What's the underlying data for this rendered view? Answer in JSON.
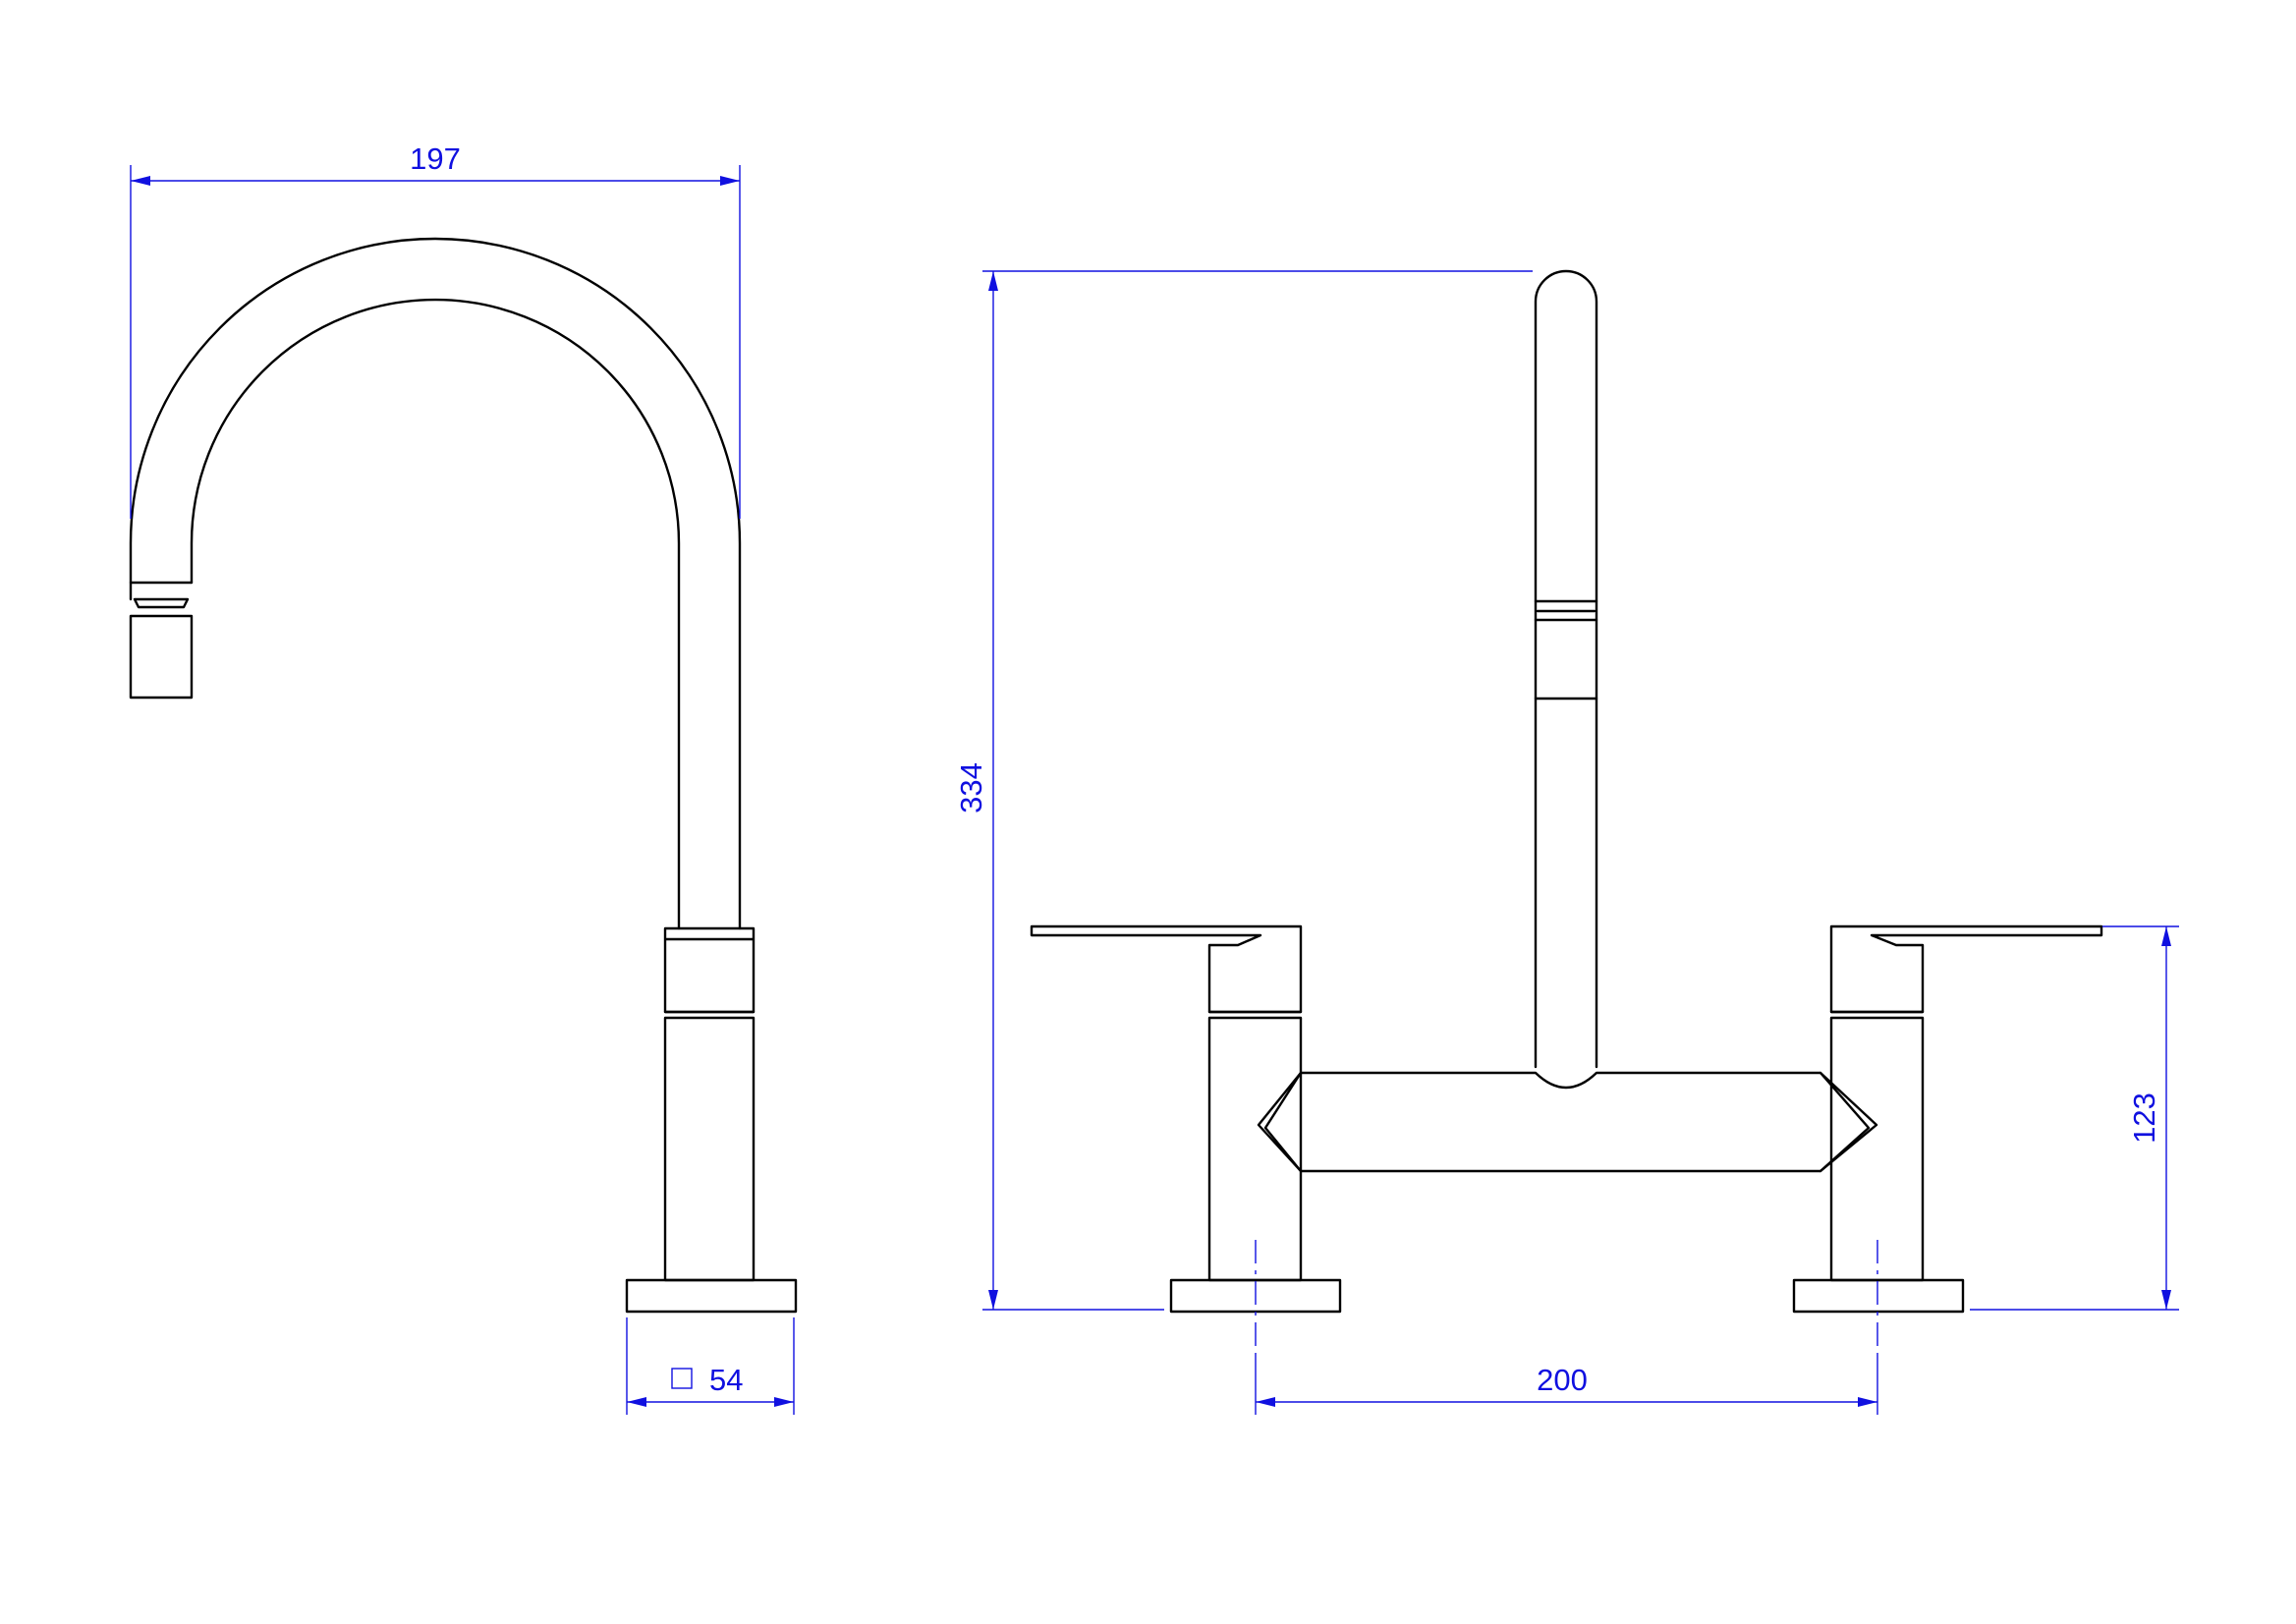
{
  "colors": {
    "outline": "#000000",
    "dimension": "#1010e0",
    "background": "#ffffff"
  },
  "dimensions": {
    "spout_reach": "197",
    "total_height": "334",
    "handle_height": "123",
    "base_size": "54",
    "center_distance": "200"
  },
  "icons": {
    "square_symbol": "square-symbol-icon"
  }
}
